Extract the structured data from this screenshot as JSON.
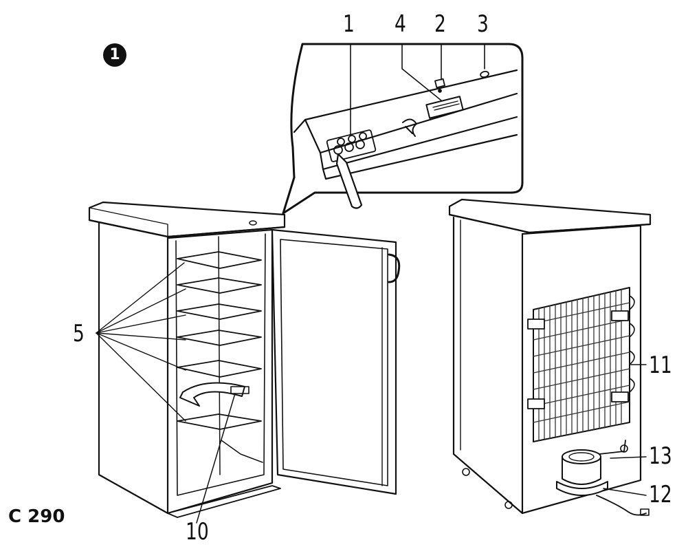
{
  "figure": {
    "badge": "1",
    "model": "C 290",
    "callouts": [
      "1",
      "2",
      "3",
      "4",
      "5",
      "10",
      "11",
      "12",
      "13"
    ]
  },
  "colors": {
    "ink": "#111111",
    "paper": "#ffffff",
    "grille": "#333333"
  }
}
